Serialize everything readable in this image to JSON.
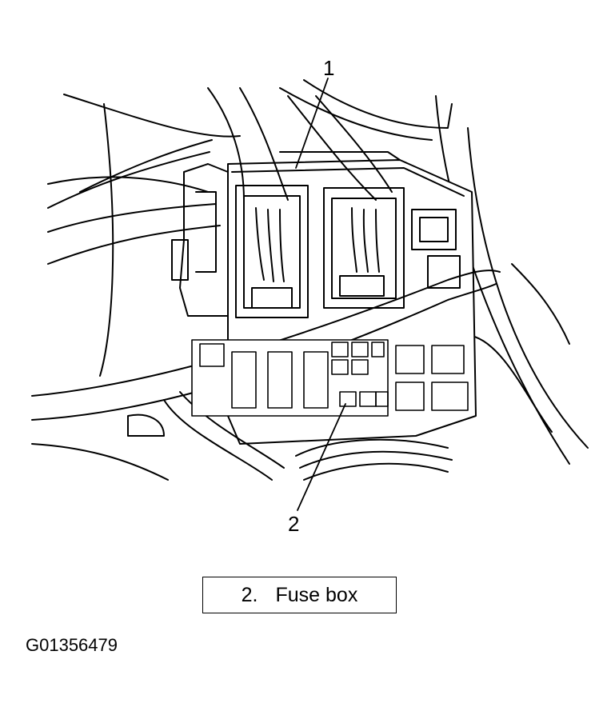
{
  "callouts": [
    "1",
    "2"
  ],
  "legend": {
    "number": "2.",
    "label": "Fuse box"
  },
  "figure_id": "G01356479"
}
